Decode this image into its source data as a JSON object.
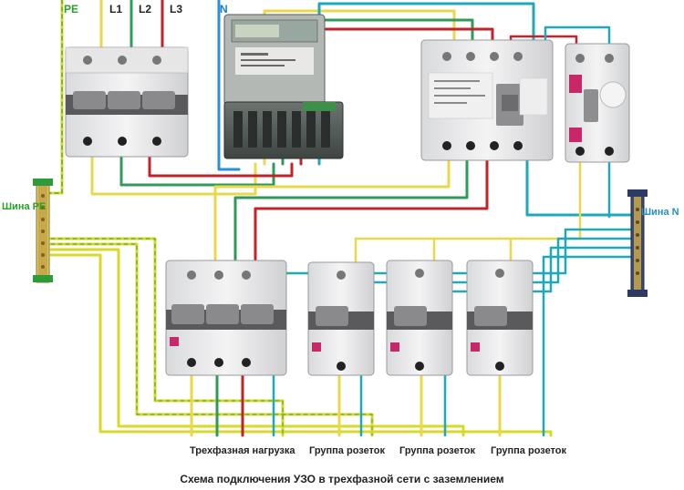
{
  "header": {
    "pe_label": "PE",
    "l1_label": "L1",
    "l2_label": "L2",
    "l3_label": "L3",
    "n_label": "N"
  },
  "busbars": {
    "pe_label": "Шина PE",
    "n_label": "Шина N"
  },
  "loads": [
    {
      "label": "Трехфазная нагрузка"
    },
    {
      "label": "Группа розеток"
    },
    {
      "label": "Группа розеток"
    },
    {
      "label": "Группа розеток"
    }
  ],
  "caption": "Схема подключения УЗО в трехфазной сети с заземлением",
  "colors": {
    "pe": "#d9d92a",
    "pe_stripe": "#3da03d",
    "l1": "#e8d84a",
    "l2": "#2f9a5a",
    "l3": "#c0242a",
    "n": "#2b8fd6",
    "neutral_teal": "#1fa8b8"
  }
}
